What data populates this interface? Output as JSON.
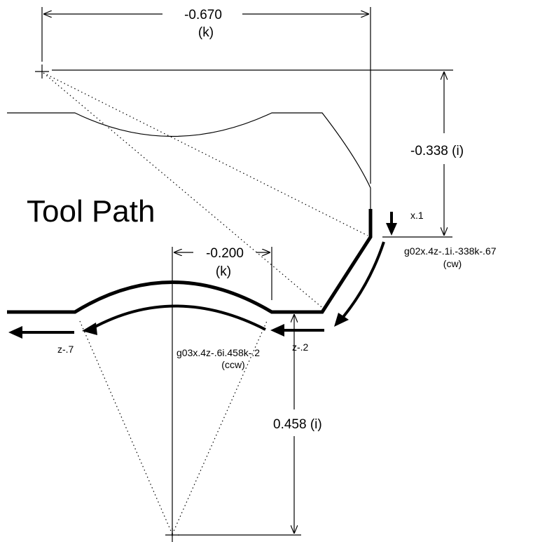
{
  "title": "Tool Path",
  "labels": {
    "k_top_value": "-0.670",
    "k_top_unit": "(k)",
    "i_right": "-0.338 (i)",
    "x_move": "x.1",
    "g02_code": "g02x.4z-.1i.-338k-.67",
    "g02_dir": "(cw)",
    "k_mid_value": "-0.200",
    "k_mid_unit": "(k)",
    "g03_code": "g03x.4z-.6i.458k-.2",
    "g03_dir": "(ccw)",
    "z_left": "z-.7",
    "z_right": "z-.2",
    "i_bottom": "0.458 (i)"
  }
}
